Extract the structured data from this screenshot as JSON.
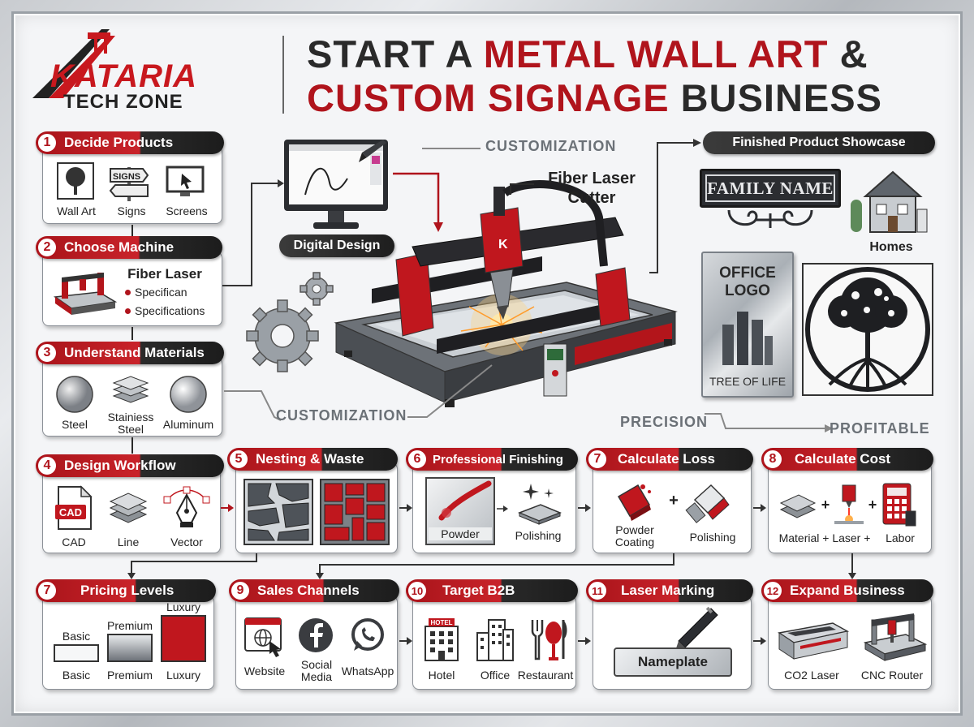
{
  "brand": {
    "name": "KATARIA",
    "sub": "TECH ZONE"
  },
  "headline": {
    "line1_a": "START A ",
    "line1_b": "METAL WALL ART",
    "line1_c": " &",
    "line2_a": "CUSTOM SIGNAGE",
    "line2_b": " BUSINESS"
  },
  "steps": [
    {
      "num": "1",
      "title": "Decide Products",
      "items": [
        "Wall Art",
        "Signs",
        "Screens"
      ],
      "sign_text": "SIGNS"
    },
    {
      "num": "2",
      "title": "Choose Machine",
      "heading": "Fiber Laser",
      "bullets": [
        "Specifican",
        "Specifications"
      ]
    },
    {
      "num": "3",
      "title": "Understand Materials",
      "items": [
        "Steel",
        "Stainiess Steel",
        "Aluminum"
      ]
    },
    {
      "num": "4",
      "title": "Design Workflow",
      "items": [
        "CAD",
        "Line",
        "Vector"
      ],
      "file_text": "CAD"
    },
    {
      "num": "5",
      "title": "Nesting & Waste"
    },
    {
      "num": "6",
      "title": "Professional Finishing",
      "items": [
        "Powder",
        "Polishing"
      ]
    },
    {
      "num": "7",
      "title": "Calculate Loss",
      "items": [
        "Powder Coating",
        "Polishing"
      ],
      "op": "+"
    },
    {
      "num": "8",
      "title": "Calculate Cost",
      "items": [
        "Material + Laser +",
        "Labor"
      ],
      "ops": [
        "+",
        "+"
      ]
    },
    {
      "num": "7",
      "title": "Pricing Levels",
      "tiers": [
        "Basic",
        "Premium",
        "Luxury"
      ],
      "levels": [
        0.35,
        0.55,
        0.9
      ]
    },
    {
      "num": "9",
      "title": "Sales Channels",
      "items": [
        "Website",
        "Social Media",
        "WhatsApp"
      ]
    },
    {
      "num": "10",
      "title": "Target B2B",
      "items": [
        "Hotel",
        "Office",
        "Restaurant"
      ],
      "hotel_sign": "HOTEL"
    },
    {
      "num": "11",
      "title": "Laser Marking",
      "plate": "Nameplate"
    },
    {
      "num": "12",
      "title": "Expand Business",
      "items": [
        "CO2 Laser",
        "CNC Router"
      ]
    }
  ],
  "center": {
    "digital_design": "Digital Design",
    "machine_label": "Fiber Laser Cutter",
    "flow_top": "CUSTOMIZATION",
    "flow_bottom": "CUSTOMIZATION",
    "precision": "PRECISION",
    "profitable": "PROFITABLE",
    "head_brand": "K"
  },
  "showcase": {
    "title": "Finished Product Showcase",
    "family_name": "FAMILY NAME",
    "homes": "Homes",
    "office_logo": "OFFICE LOGO",
    "tree_of_life": "TREE OF LIFE"
  }
}
